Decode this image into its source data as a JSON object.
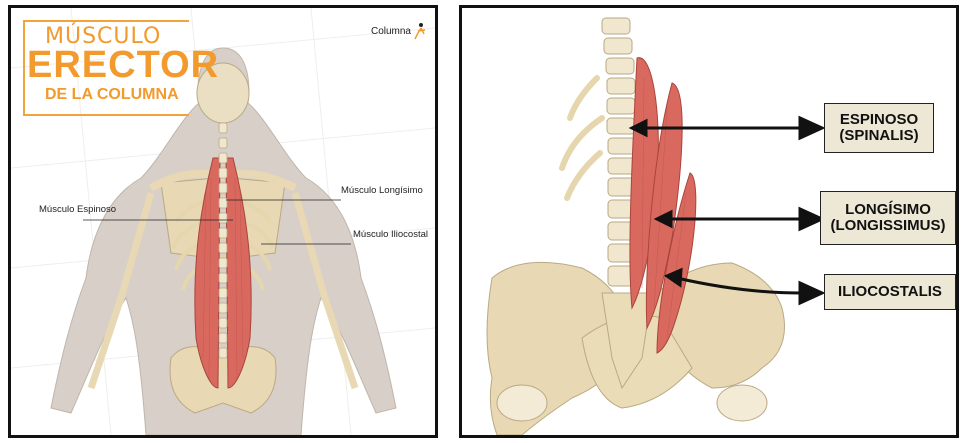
{
  "left_panel": {
    "title_line1": "MÚSCULO",
    "title_line2": "ERECTOR",
    "title_line3": "DE LA COLUMNA",
    "brand": "Columna",
    "labels": {
      "espinoso": "Músculo Espinoso",
      "longisimo": "Músculo Longísimo",
      "iliocostal": "Músculo Iliocostal"
    }
  },
  "right_panel": {
    "labels": {
      "espinoso_1": "ESPINOSO",
      "espinoso_2": "(SPINALIS)",
      "longisimo_1": "LONGÍSIMO",
      "longisimo_2": "(LONGISSIMUS)",
      "iliocostalis": "ILIOCOSTALIS"
    }
  },
  "colors": {
    "title_orange": "#f29a2e",
    "muscle_red": "#d9695f",
    "bone": "#e8d9b4",
    "label_box": "#ede7d6"
  }
}
